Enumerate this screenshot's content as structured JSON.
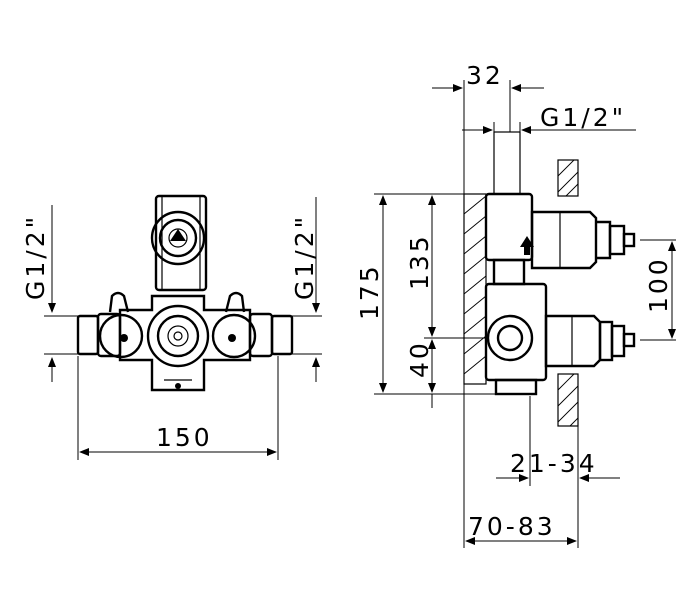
{
  "dimensions": {
    "front_width": "150",
    "front_left_thread": "G1/2\"",
    "front_right_thread": "G1/2\"",
    "side_thread": "G1/2\"",
    "side_top_width": "32",
    "side_total_height": "175",
    "side_upper_height": "135",
    "side_lower_height": "40",
    "side_outlet_spacing": "100",
    "side_depth_min_max": "21-34",
    "side_total_depth": "70-83"
  },
  "colors": {
    "line": "#000000",
    "background": "#ffffff"
  }
}
